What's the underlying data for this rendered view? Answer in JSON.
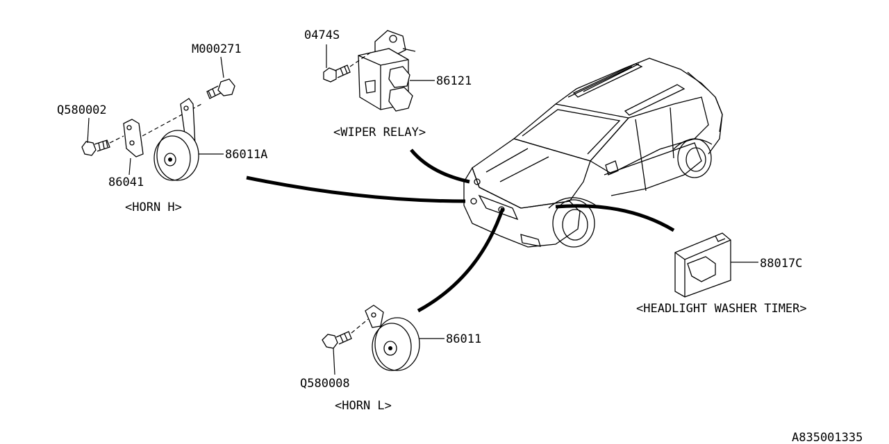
{
  "diagram_id": "A835001335",
  "groups": {
    "horn_h": "<HORN H>",
    "horn_l": "<HORN L>",
    "wiper_relay": "<WIPER RELAY>",
    "headlight_washer_timer": "<HEADLIGHT WASHER TIMER>"
  },
  "part_numbers": {
    "bolt_horn_h": "M000271",
    "bolt_bracket_h": "Q580002",
    "bracket_h": "86041",
    "horn_h": "86011A",
    "bolt_relay": "0474S",
    "wiper_relay": "86121",
    "washer_timer": "88017C",
    "horn_l": "86011",
    "bolt_horn_l": "Q580008"
  }
}
